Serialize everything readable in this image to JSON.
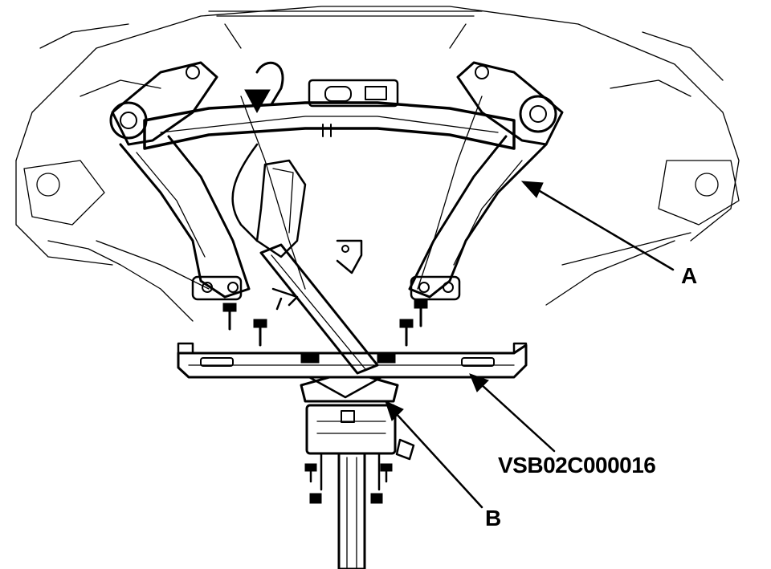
{
  "callouts": {
    "a": "A",
    "b": "B"
  },
  "figure_code": "VSB02C000016",
  "colors": {
    "ink": "#000000",
    "paper": "#ffffff"
  }
}
